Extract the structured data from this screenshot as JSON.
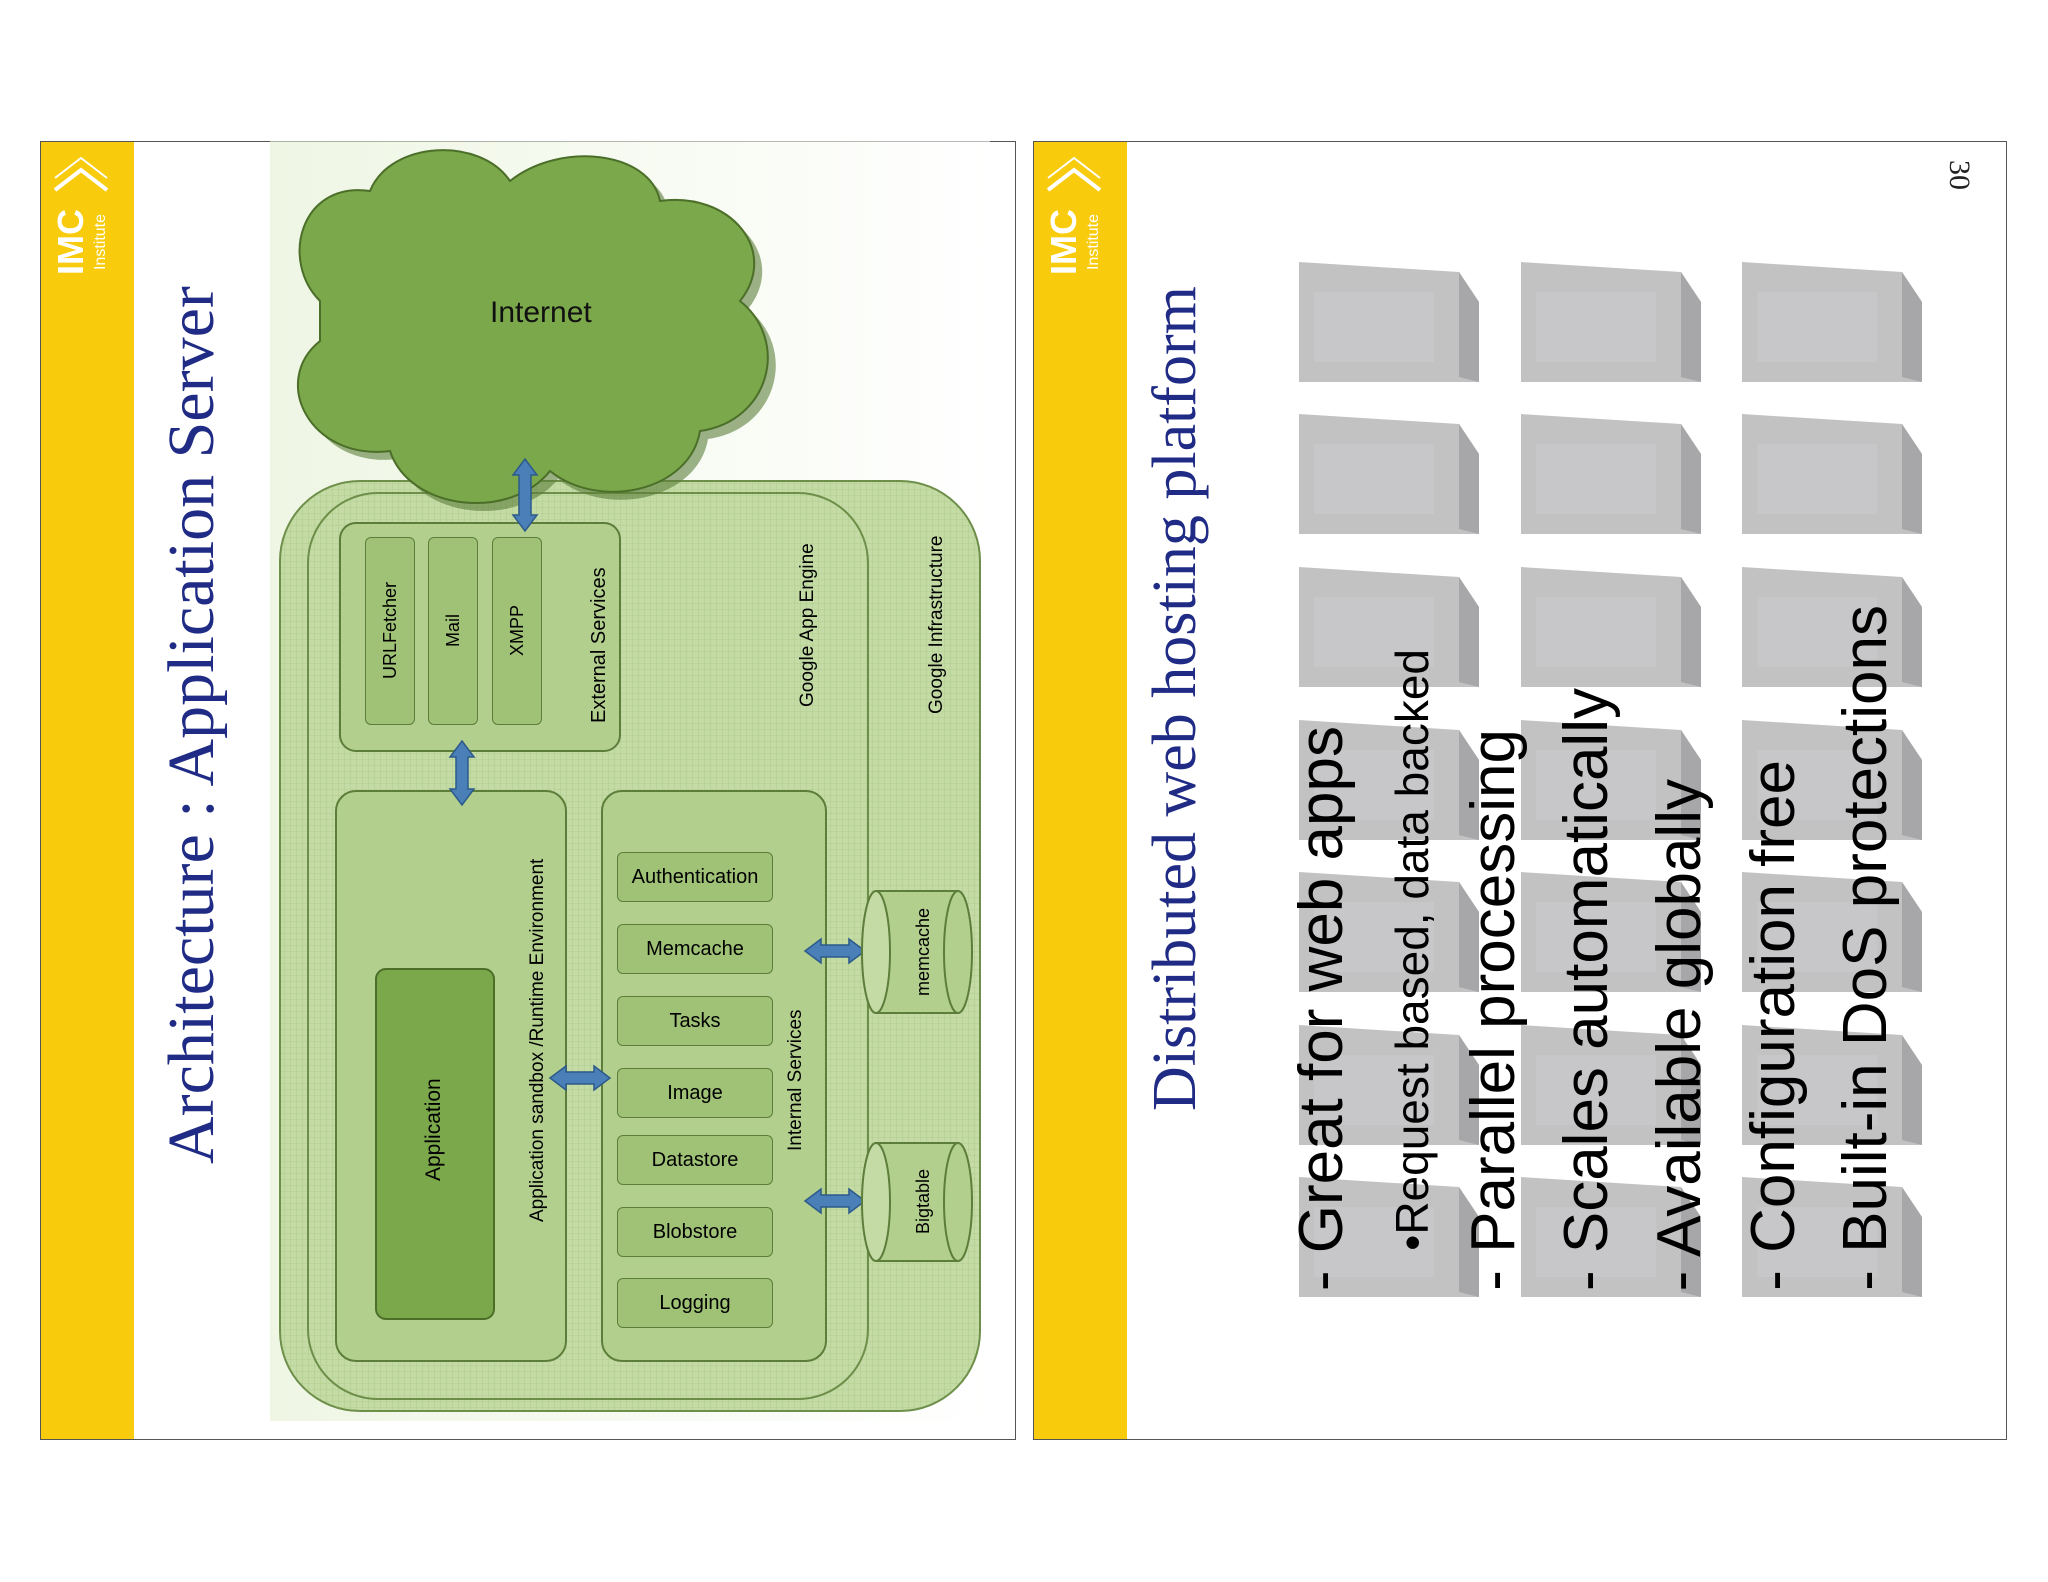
{
  "logo": {
    "main": "IMC",
    "sub": "Institute"
  },
  "slide1": {
    "title": "Architecture : Application Server",
    "internet": "Internet",
    "external_services": {
      "title": "External Services",
      "items": [
        "URLFetcher",
        "Mail",
        "XMPP"
      ]
    },
    "sandbox": {
      "title": "Application sandbox /Runtime Environment",
      "application": "Application"
    },
    "internal_services": {
      "title": "Internal Services",
      "items": [
        "Authentication",
        "Memcache",
        "Tasks",
        "Image",
        "Datastore",
        "Blobstore",
        "Logging"
      ]
    },
    "gae_label": "Google App Engine",
    "infra_label": "Google Infrastructure",
    "stores": [
      "memcache",
      "Bigtable"
    ]
  },
  "slide2": {
    "title": "Distributed web hosting platform",
    "bullets": [
      "- Great for web apps",
      "•Request based, data backed",
      "- Parallel processing",
      "- Scales automatically",
      "- Available globally",
      "- Configuration free",
      "- Built-in DoS protections"
    ]
  },
  "page_number": "30",
  "colors": {
    "band": "#f8cb0c",
    "title": "#1f2b84",
    "cloud": "#7ba84a",
    "panel": "#c9dfae",
    "arrow": "#4a7fb8"
  }
}
